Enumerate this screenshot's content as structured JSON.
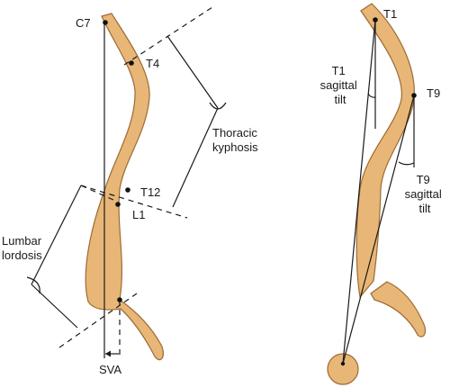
{
  "colors": {
    "spine_fill": "#e8b777",
    "spine_stroke": "#9c6a33",
    "line": "#1a1a1a"
  },
  "left_diagram": {
    "labels": {
      "c7": "C7",
      "t4": "T4",
      "t12": "T12",
      "l1": "L1",
      "thoracic_kyphosis": [
        "Thoracic",
        "kyphosis"
      ],
      "lumbar_lordosis": [
        "Lumbar",
        "lordosis"
      ],
      "sva": "SVA"
    }
  },
  "right_diagram": {
    "labels": {
      "t1": "T1",
      "t9": "T9",
      "t1_sagittal_tilt": [
        "T1",
        "sagittal",
        "tilt"
      ],
      "t9_sagittal_tilt": [
        "T9",
        "sagittal",
        "tilt"
      ]
    }
  }
}
